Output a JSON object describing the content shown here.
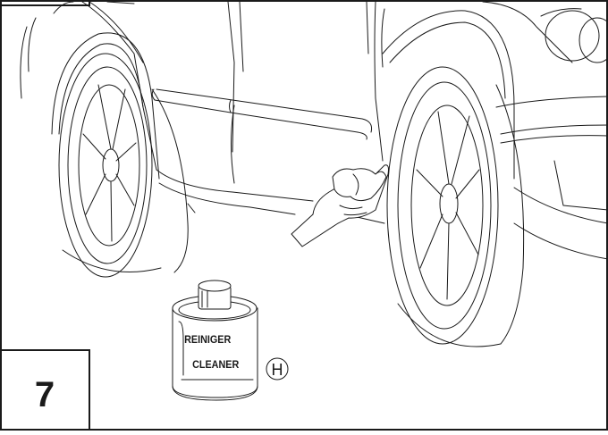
{
  "step": {
    "number": "7"
  },
  "can": {
    "line1": "REINIGER",
    "line2": "CLEANER"
  },
  "marker": {
    "letter": "H"
  }
}
